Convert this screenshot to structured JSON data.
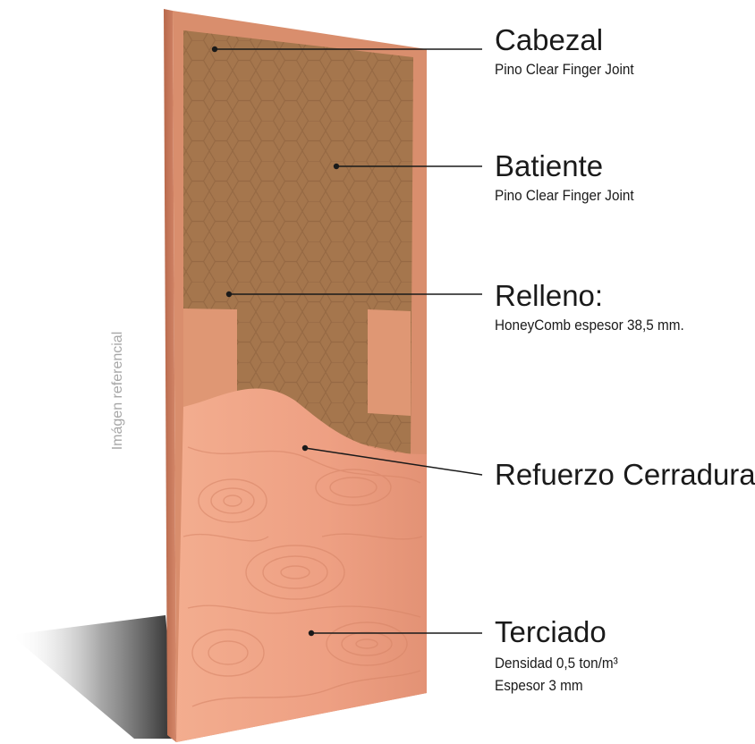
{
  "figure": {
    "side_note": "Imágen referencial",
    "colors": {
      "frame": "#d98e6d",
      "honeycomb": "#a5764d",
      "plywood": "#efa081",
      "text": "#1a1a1a",
      "side_note": "#a7a7a7"
    },
    "components": [
      {
        "id": "cabezal",
        "title": "Cabezal",
        "details": [
          "Pino Clear Finger Joint"
        ]
      },
      {
        "id": "batiente",
        "title": "Batiente",
        "details": [
          "Pino Clear Finger Joint"
        ]
      },
      {
        "id": "relleno",
        "title": "Relleno:",
        "details": [
          "HoneyComb espesor 38,5 mm."
        ]
      },
      {
        "id": "refuerzo",
        "title": "Refuerzo Cerradura",
        "details": []
      },
      {
        "id": "terciado",
        "title": "Terciado",
        "details": [
          "Densidad 0,5 ton/m³",
          "Espesor 3 mm"
        ]
      }
    ]
  }
}
